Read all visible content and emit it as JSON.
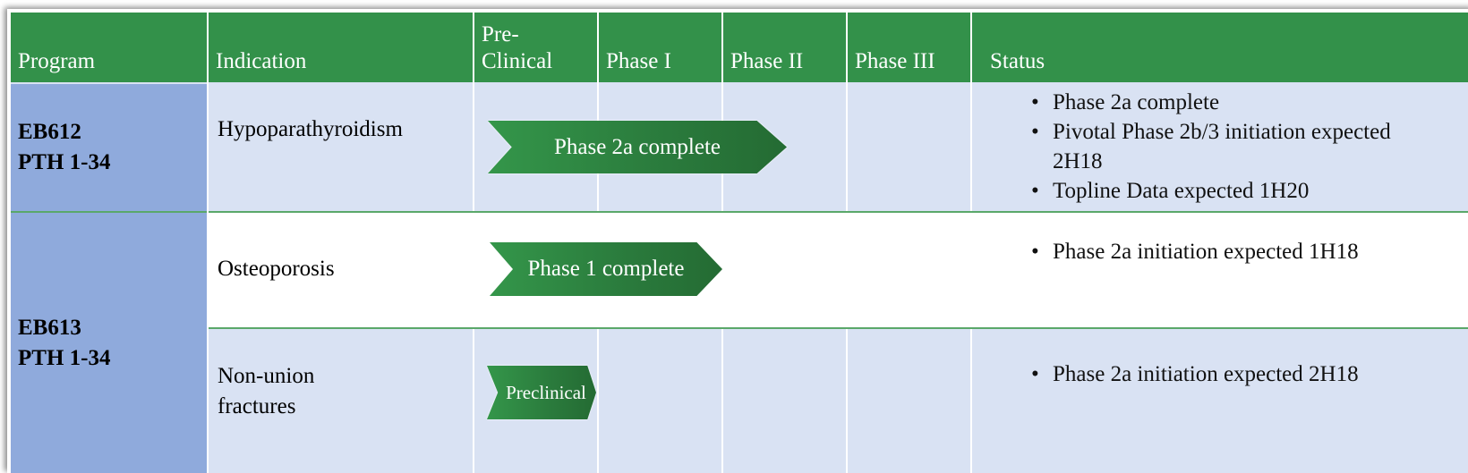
{
  "header": {
    "columns": [
      "Program",
      "Indication",
      "Pre-\nClinical",
      "Phase I",
      "Phase II",
      "Phase III",
      "Status"
    ]
  },
  "programs": [
    {
      "name_line1": "EB612",
      "name_line2": "PTH 1-34",
      "indications": [
        {
          "indication": "Hypoparathyroidism",
          "stage_label": "Phase 2a complete",
          "status": [
            "Phase 2a complete",
            "Pivotal Phase 2b/3 initiation expected  2H18",
            "Topline Data expected  1H20"
          ]
        }
      ]
    },
    {
      "name_line1": "EB613",
      "name_line2": "PTH 1-34",
      "indications": [
        {
          "indication": "Osteoporosis",
          "stage_label": "Phase 1 complete",
          "status": [
            "Phase 2a initiation expected 1H18"
          ]
        },
        {
          "indication": "Non-union fractures",
          "stage_label": "Preclinical",
          "status": [
            "Phase 2a initiation expected 2H18"
          ]
        }
      ]
    }
  ],
  "colors": {
    "header_green": "#33914a",
    "program_blue": "#8faadc",
    "row_light_blue": "#d9e2f3",
    "row_white": "#ffffff",
    "arrow_green_start": "#34964a",
    "arrow_green_end": "#246b33"
  }
}
